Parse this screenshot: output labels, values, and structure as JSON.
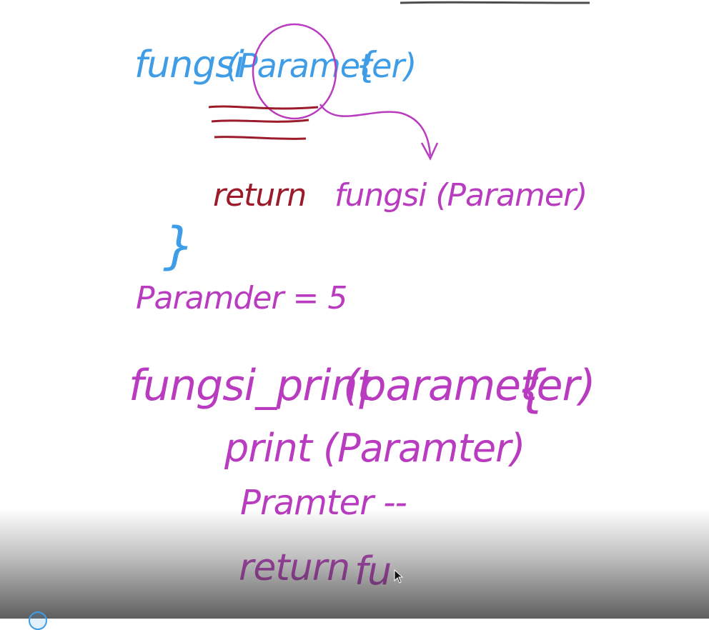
{
  "lines": {
    "sig1_name": "fungsi",
    "sig1_param": "(Parameter)",
    "sig1_brace": "{",
    "return1_kw": "return",
    "return1_call": "fungsi (Paramer)",
    "close1": "}",
    "assign": "Paramder = 5",
    "sig2_name": "fungsi_print",
    "sig2_param": "(parameter)",
    "sig2_brace": "{",
    "print_stmt": "print (Paramter)",
    "decrement": "Pramter --",
    "return2_kw": "return",
    "return2_call": "fu"
  },
  "colors": {
    "blue": "#3e9de6",
    "purple": "#b93bbf",
    "red": "#9b1b2a"
  },
  "icons": [
    "mouse-cursor-icon"
  ]
}
